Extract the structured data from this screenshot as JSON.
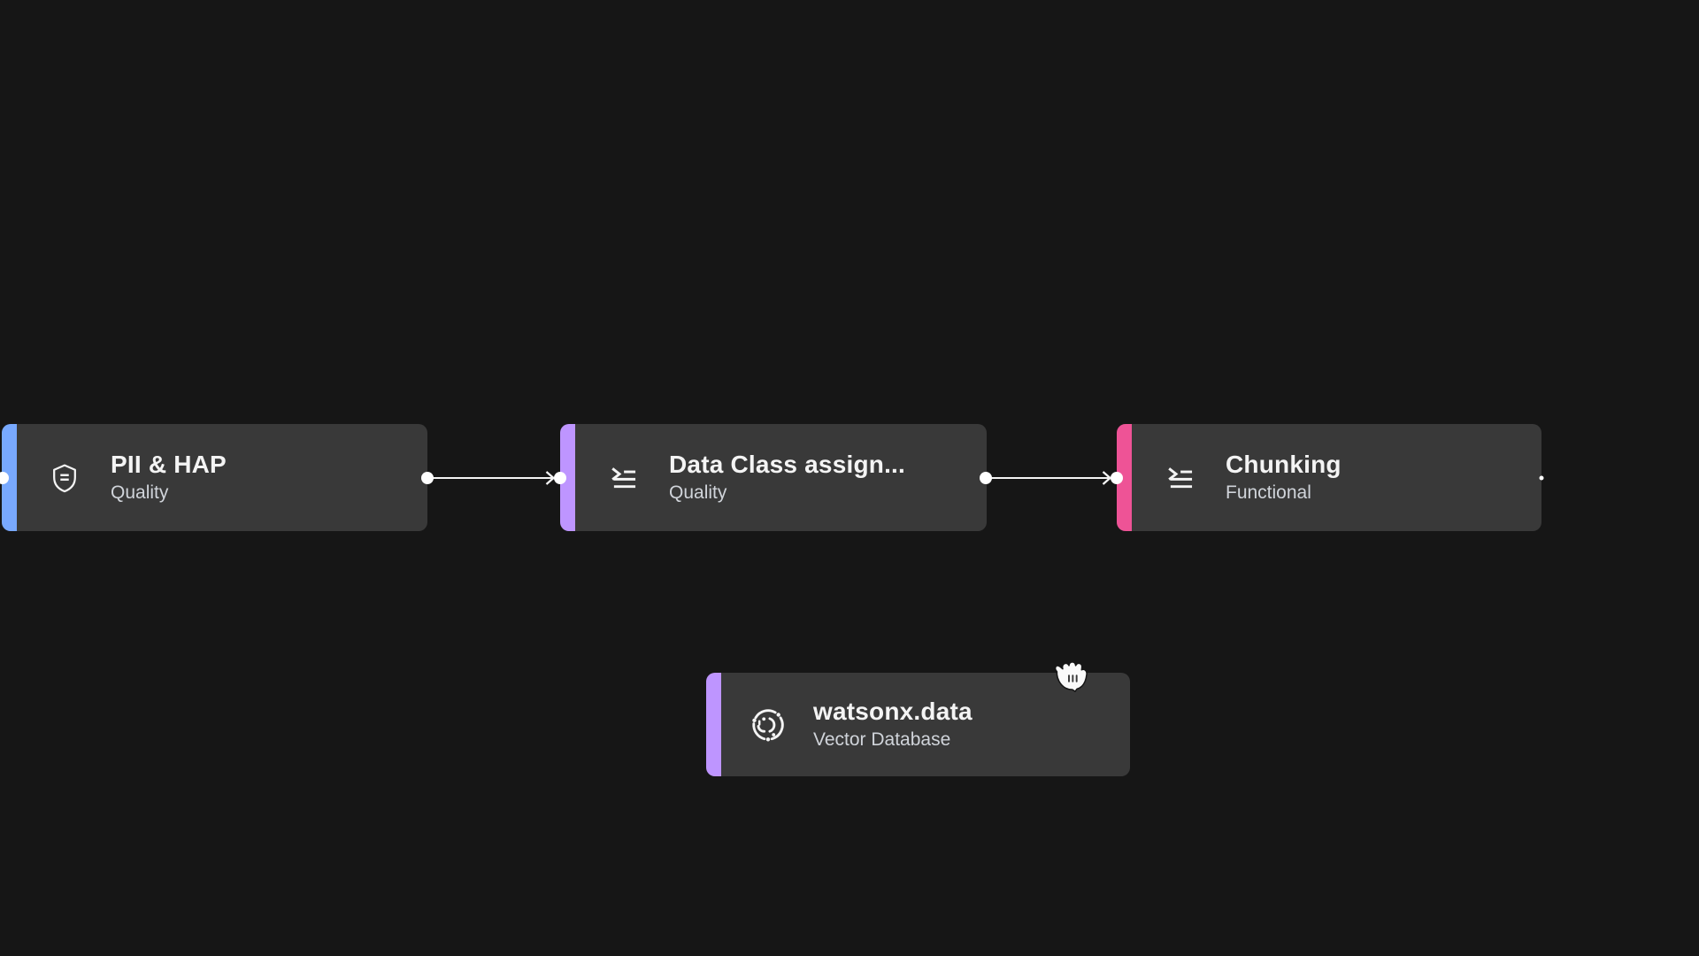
{
  "canvas": {
    "type": "pipeline-flow-canvas",
    "background_color": "#161616"
  },
  "colors": {
    "node_body": "#393939",
    "node_title": "#f4f4f4",
    "node_subtitle": "#d0d4da",
    "edge": "#f4f4f4",
    "port": "#ffffff"
  },
  "nodes": [
    {
      "id": "pii-hap",
      "title": "PII & HAP",
      "subtitle": "Quality",
      "icon": "security-shield-icon",
      "accent_color": "#78a9ff"
    },
    {
      "id": "data-class-assign",
      "title": "Data Class assign...",
      "subtitle": "Quality",
      "icon": "task-list-icon",
      "accent_color": "#be95ff"
    },
    {
      "id": "chunking",
      "title": "Chunking",
      "subtitle": "Functional",
      "icon": "task-list-icon",
      "accent_color": "#ee5396"
    },
    {
      "id": "watsonx-data",
      "title": "watsonx.data",
      "subtitle": "Vector Database",
      "icon": "watsonx-data-icon",
      "accent_color": "#be95ff"
    }
  ],
  "edges": [
    {
      "from": "pii-hap",
      "to": "data-class-assign"
    },
    {
      "from": "data-class-assign",
      "to": "chunking"
    }
  ],
  "cursor": {
    "type": "grabbing-hand"
  }
}
